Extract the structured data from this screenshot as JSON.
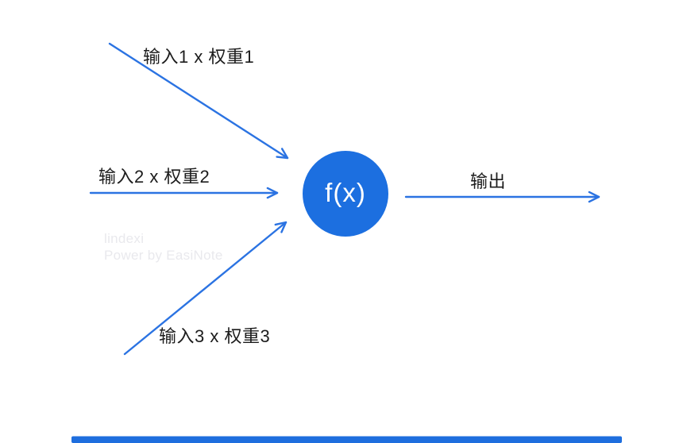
{
  "colors": {
    "background": "#ffffff",
    "node_fill": "#1C6FE0",
    "arrow_stroke": "#2B73E2",
    "label_text": "#1C1C1C",
    "node_text": "#FFFFFF",
    "watermark_text": "#E9E9ED",
    "bottom_bar": "#1E6EDE"
  },
  "diagram": {
    "node": {
      "label": "f(x)"
    },
    "inputs": [
      {
        "label": "输入1 x 权重1"
      },
      {
        "label": "输入2 x 权重2"
      },
      {
        "label": "输入3 x 权重3"
      }
    ],
    "output": {
      "label": "输出"
    }
  },
  "watermark": {
    "line1": "lindexi",
    "line2": "Power by EasiNote"
  }
}
